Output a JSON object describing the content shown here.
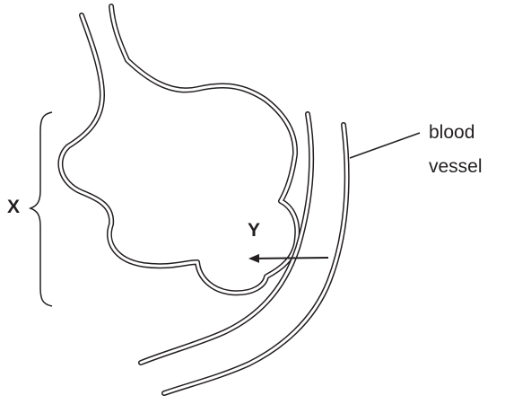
{
  "labels": {
    "x": "X",
    "y": "Y",
    "blood": "blood",
    "vessel": "vessel"
  },
  "colors": {
    "line": "#231f20",
    "background": "#ffffff"
  }
}
